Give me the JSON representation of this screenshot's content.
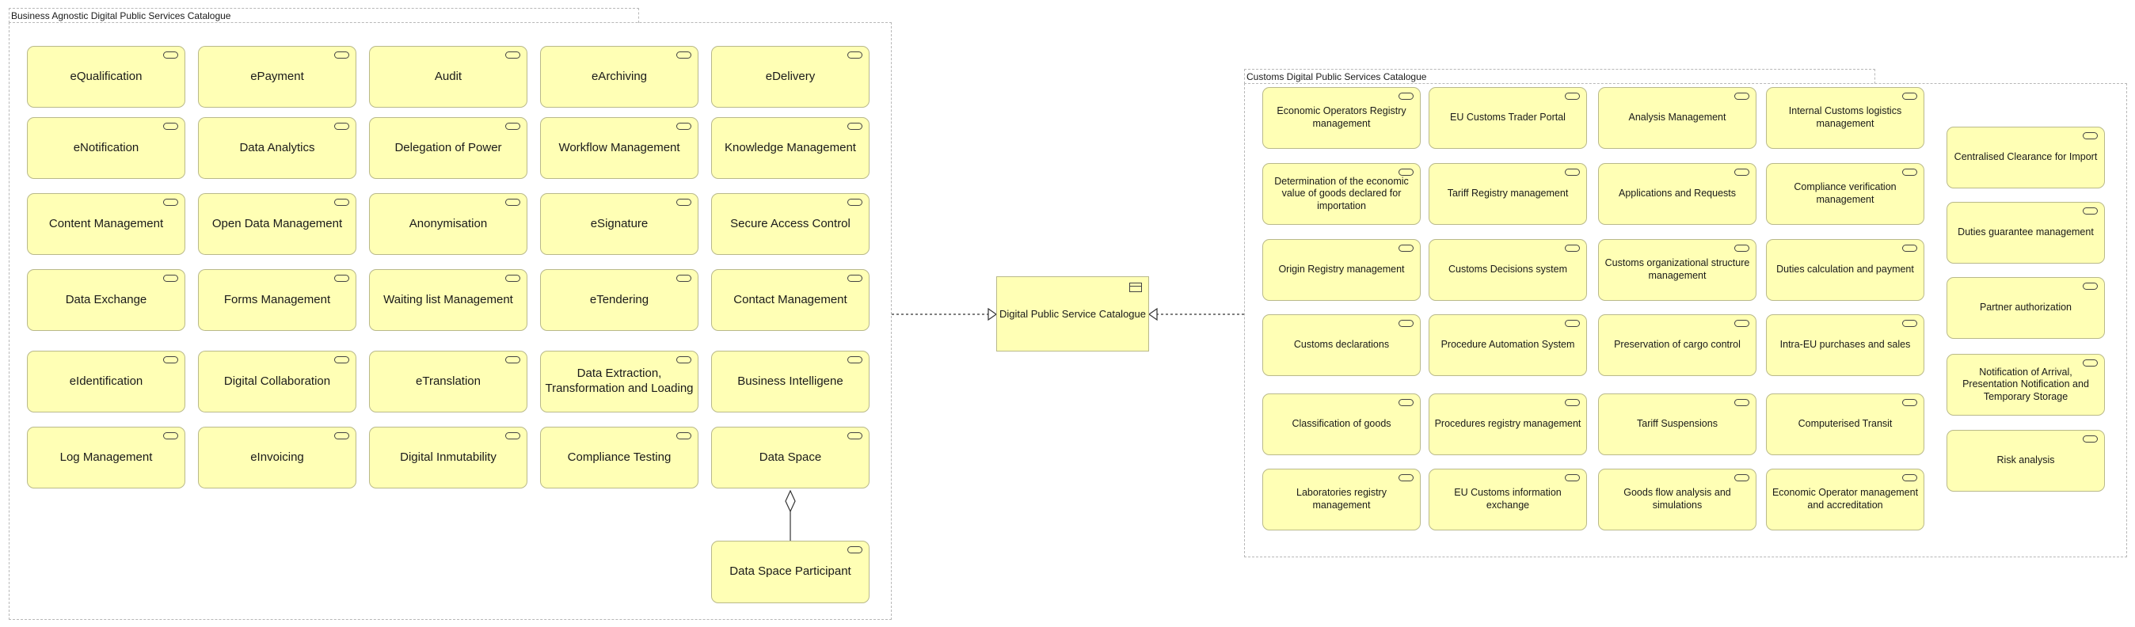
{
  "left_group": {
    "title": "Business Agnostic Digital Public Services Catalogue",
    "services": [
      "eQualification",
      "ePayment",
      "Audit",
      "eArchiving",
      "eDelivery",
      "eNotification",
      "Data Analytics",
      "Delegation of Power",
      "Workflow Management",
      "Knowledge Management",
      "Content Management",
      "Open Data Management",
      "Anonymisation",
      "eSignature",
      "Secure Access Control",
      "Data Exchange",
      "Forms Management",
      "Waiting list Management",
      "eTendering",
      "Contact Management",
      "eIdentification",
      "Digital Collaboration",
      "eTranslation",
      "Data Extraction, Transformation and Loading",
      "Business Intelligene",
      "Log Management",
      "eInvoicing",
      "Digital Inmutability",
      "Compliance Testing",
      "Data Space"
    ],
    "participant": "Data Space Participant"
  },
  "center": {
    "label": "Digital Public Service Catalogue"
  },
  "right_group": {
    "title": "Customs Digital Public Services Catalogue",
    "services": [
      "Economic Operators Registry management",
      "EU Customs Trader Portal",
      "Analysis Management",
      "Internal Customs logistics management",
      "Determination of the economic value of goods declared for importation",
      "Tariff Registry management",
      "Applications and Requests",
      "Compliance verification management",
      "Origin Registry management",
      "Customs Decisions system",
      "Customs organizational structure management",
      "Duties calculation and payment",
      "Customs declarations",
      "Procedure Automation System",
      "Preservation of cargo control",
      "Intra-EU purchases and sales",
      "Classification of goods",
      "Procedures registry management",
      "Tariff Suspensions",
      "Computerised Transit",
      "Laboratories registry management",
      "EU Customs information exchange",
      "Goods flow analysis and simulations",
      "Economic Operator management and accreditation"
    ],
    "extra_services": [
      "Centralised Clearance for Import",
      "Duties guarantee management",
      "Partner authorization",
      "Notification of Arrival, Presentation Notification and Temporary Storage",
      "Risk analysis"
    ]
  },
  "icons": {
    "service": "service-icon",
    "catalogue": "catalogue-icon"
  },
  "colors": {
    "box_fill": "#ffffb5",
    "box_border": "#b9b98a",
    "group_border": "#b8b8b8"
  }
}
